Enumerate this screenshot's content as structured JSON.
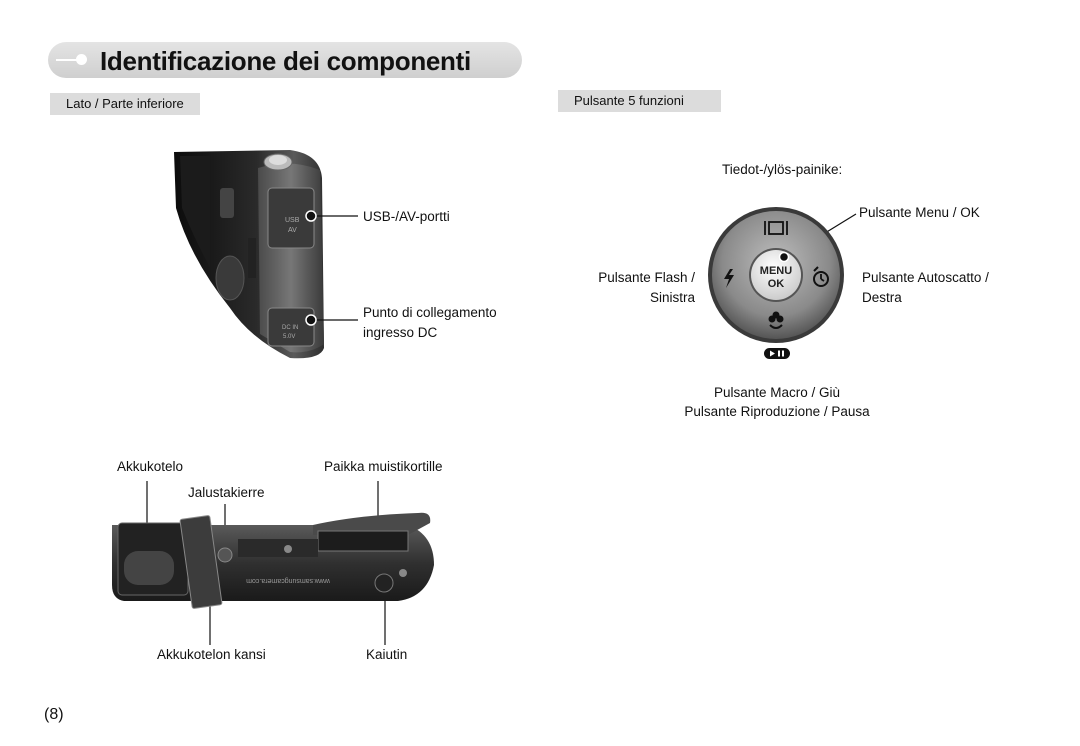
{
  "page_title": "Identificazione dei componenti",
  "sections": {
    "side_bottom": "Lato / Parte inferiore",
    "five_function": "Pulsante 5 funzioni"
  },
  "side_callouts": {
    "usb_av": "USB-/AV-portti",
    "dc_in_line1": "Punto di collegamento",
    "dc_in_line2": "ingresso DC",
    "usb_print_1": "USB",
    "usb_print_2": "AV",
    "dc_print_1": "DC IN",
    "dc_print_2": "5.0V"
  },
  "dial_callouts": {
    "up": "Tiedot-/ylös-painike:",
    "menu_ok": "Pulsante Menu / OK",
    "flash_line1": "Pulsante Flash /",
    "flash_line2": "Sinistra",
    "timer_line1": "Pulsante Autoscatto /",
    "timer_line2": "Destra",
    "macro": "Pulsante Macro / Giù",
    "playback": "Pulsante Riproduzione / Pausa",
    "menu_text": "MENU",
    "ok_text": "OK"
  },
  "bottom_callouts": {
    "battery": "Akkukotelo",
    "tripod": "Jalustakierre",
    "card_slot": "Paikka muistikortille",
    "battery_cover": "Akkukotelon kansi",
    "speaker": "Kaiutin",
    "engraving": "www.samsungcamera.com"
  },
  "page_number": "(8)"
}
